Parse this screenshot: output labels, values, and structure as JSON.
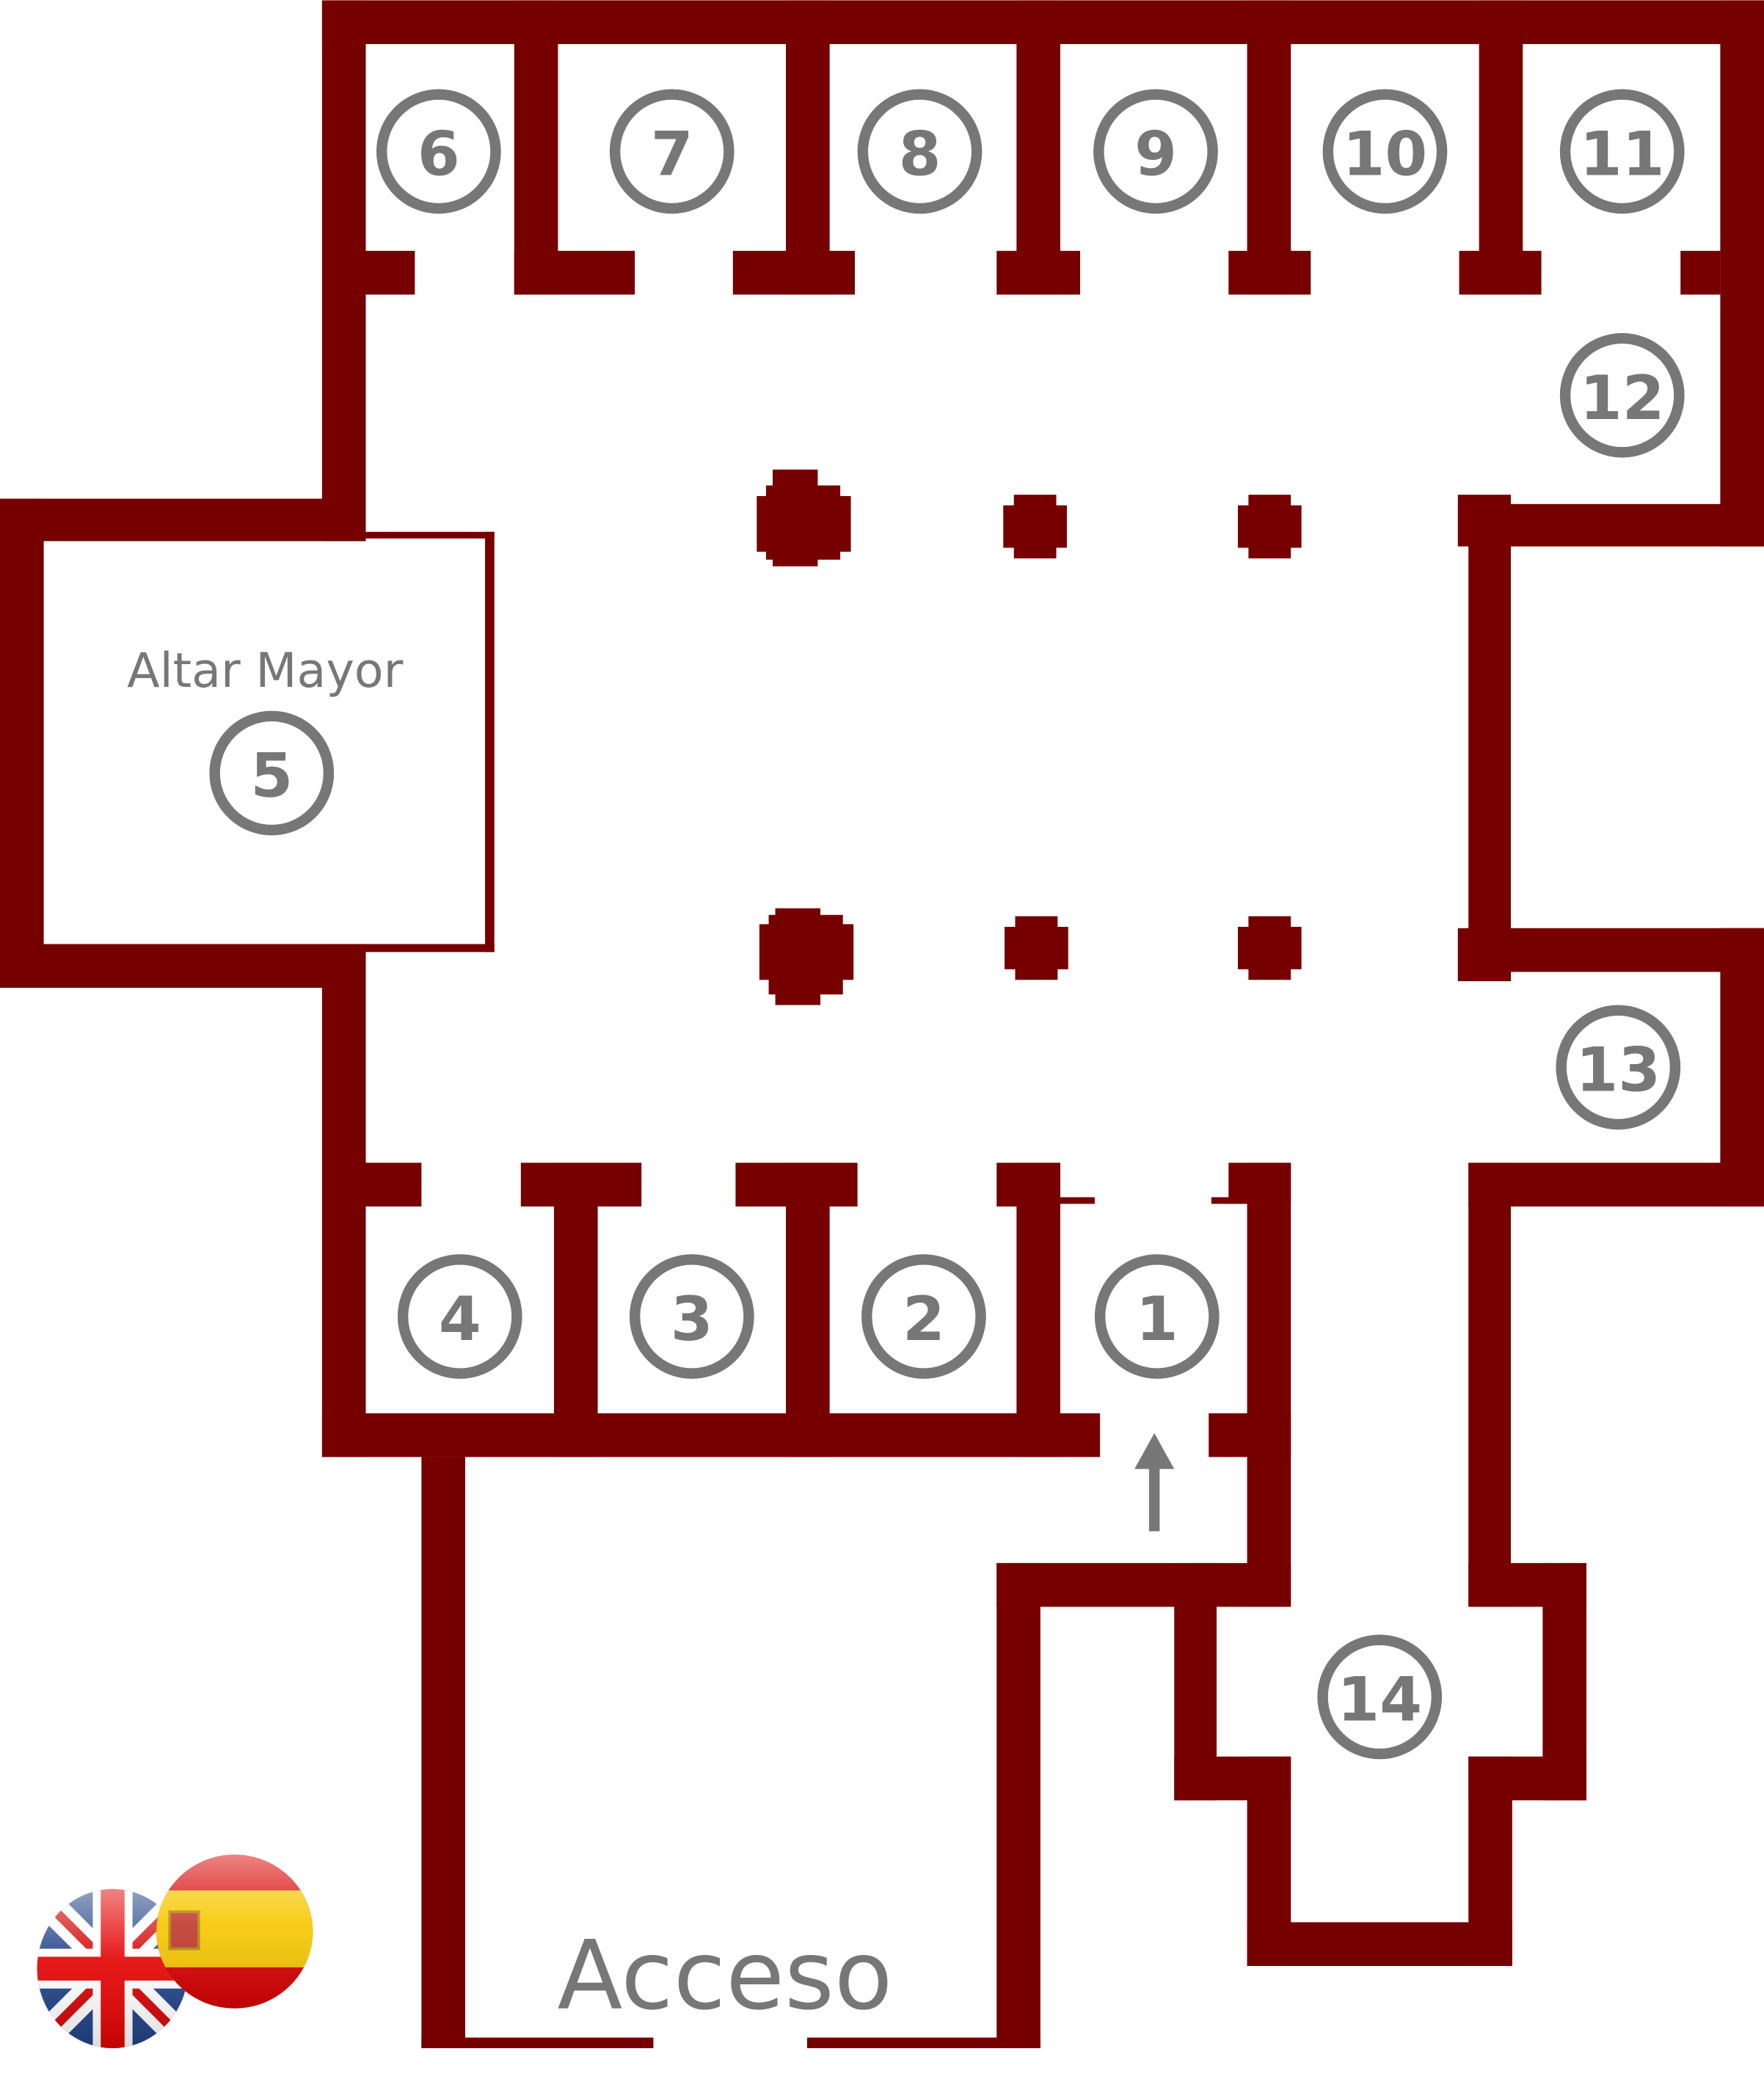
{
  "plan": {
    "altar_label": "Altar Mayor",
    "entrance_label": "Acceso",
    "wall_color": "#760000",
    "marker_color": "#777777",
    "markers": [
      "1",
      "2",
      "3",
      "4",
      "5",
      "6",
      "7",
      "8",
      "9",
      "10",
      "11",
      "12",
      "13",
      "14"
    ]
  },
  "language": {
    "options": [
      "english-flag-icon",
      "spanish-flag-icon"
    ]
  }
}
